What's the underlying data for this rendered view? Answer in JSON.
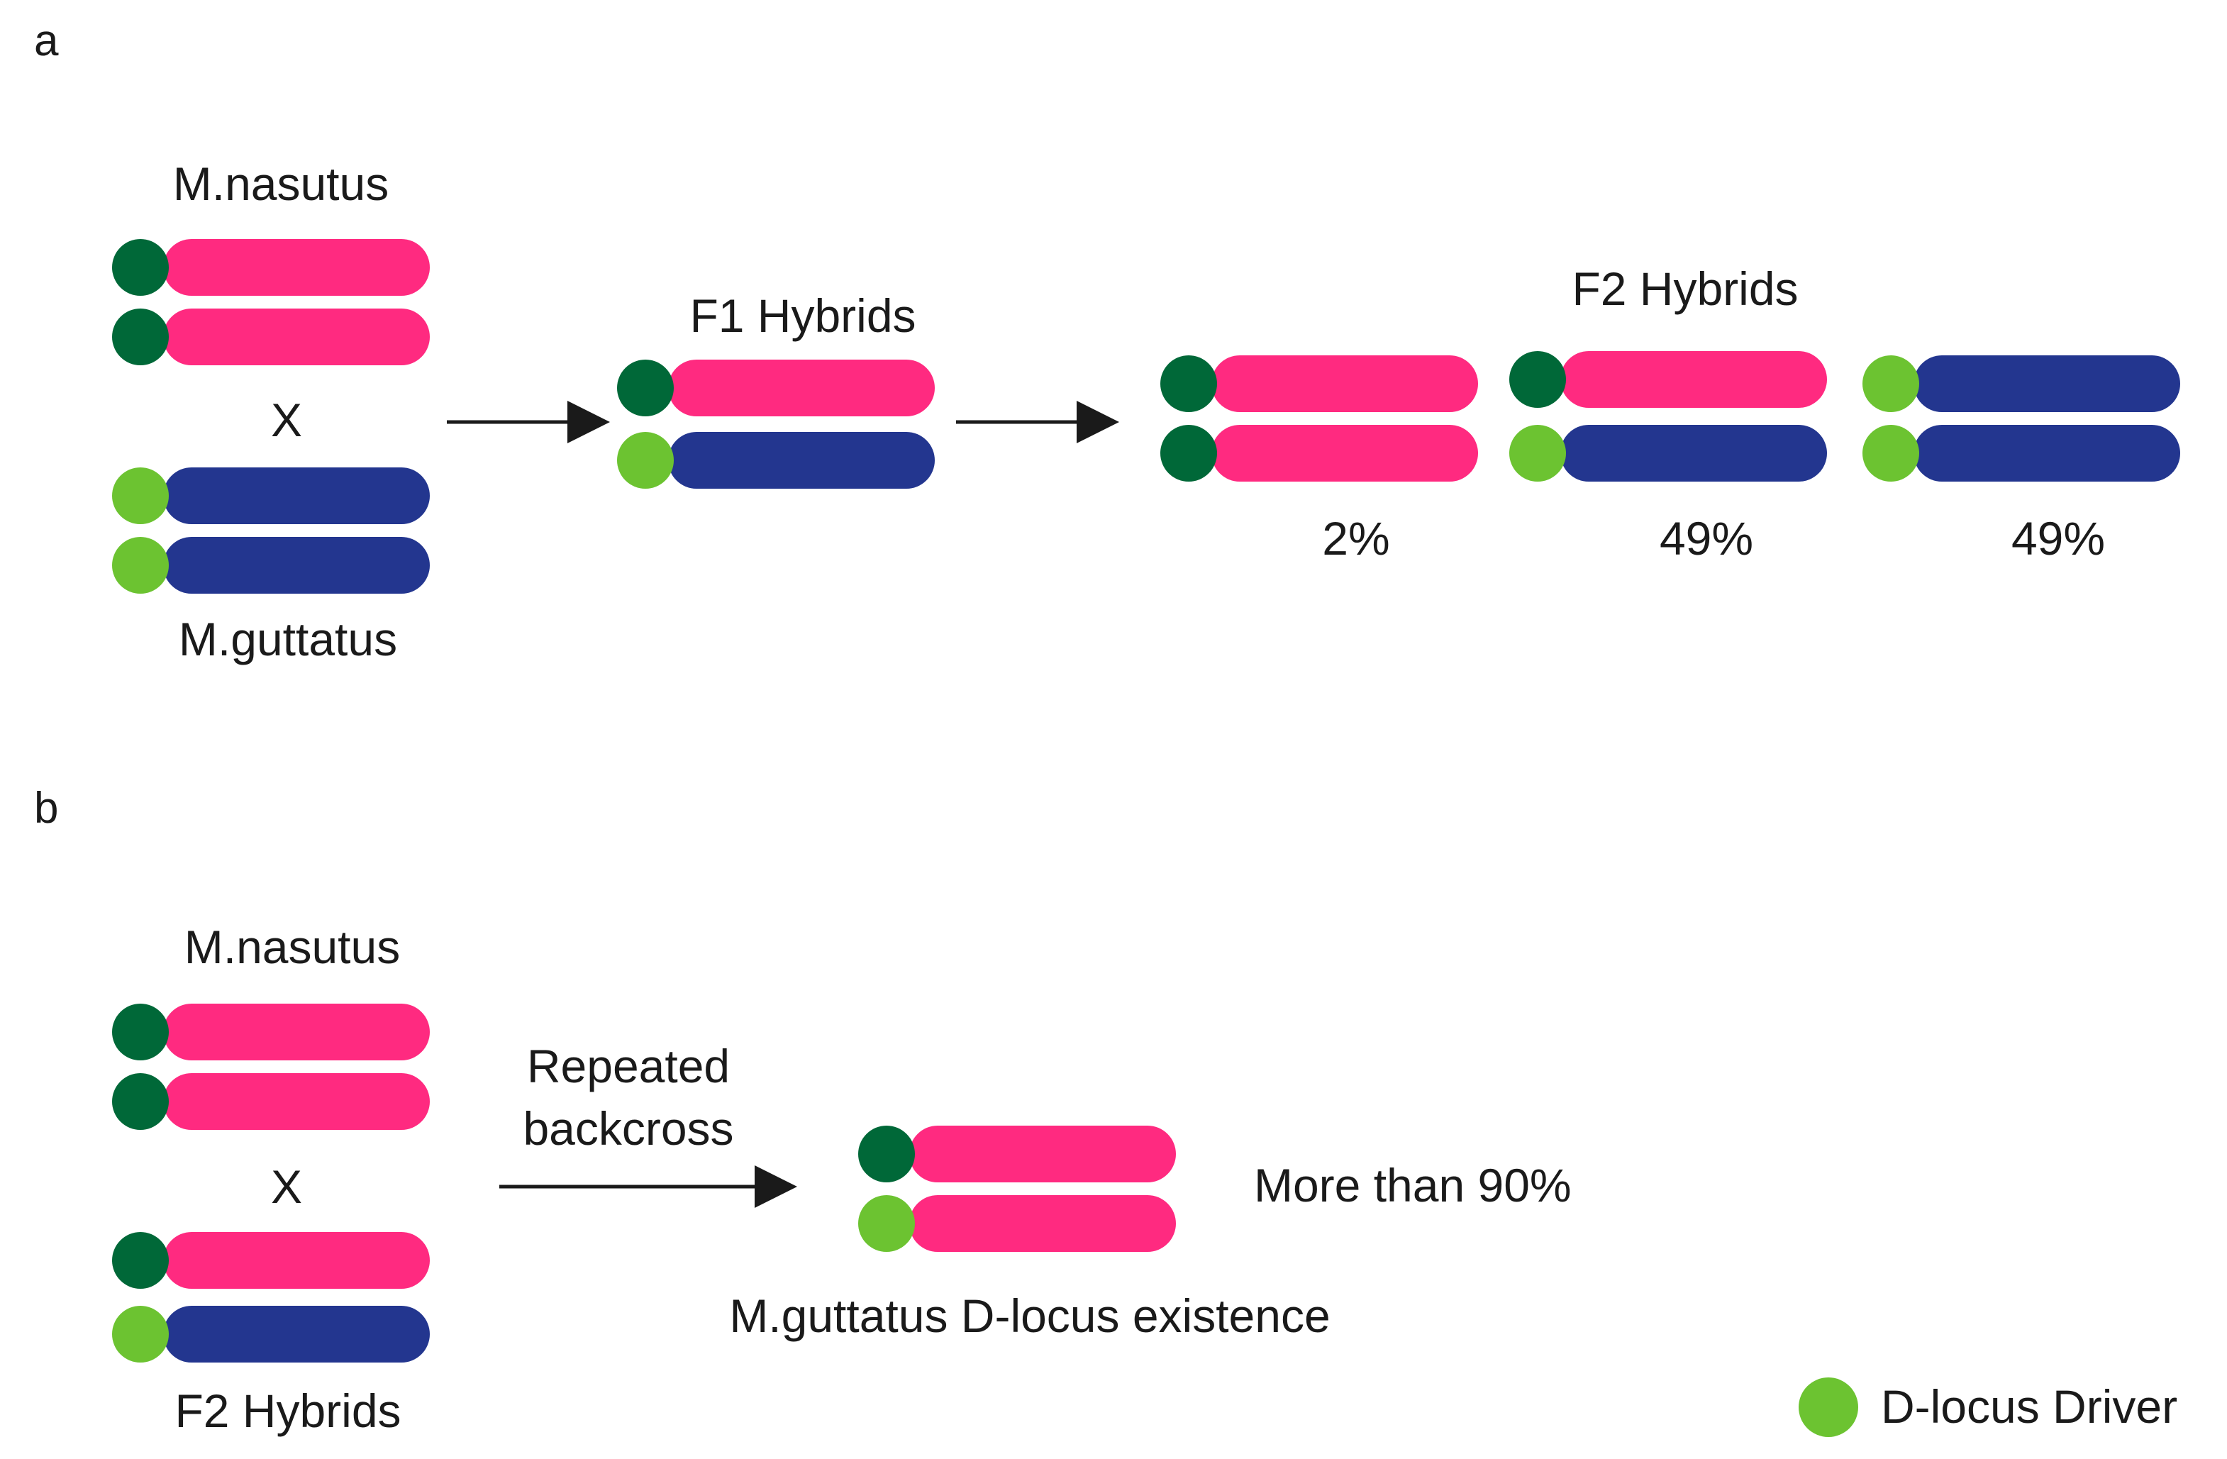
{
  "colors": {
    "nasutus_chromosome": "#ff2a80",
    "guttatus_chromosome": "#23368f",
    "nasutus_locus": "#006838",
    "guttatus_locus": "#6cc331",
    "arrow": "#1a1a1a",
    "text": "#1a1a1a"
  },
  "panel_a": {
    "letter": "a",
    "parent_top_label": "M.nasutus",
    "cross_symbol": "X",
    "parent_bottom_label": "M.guttatus",
    "f1_label": "F1 Hybrids",
    "f2_label": "F2 Hybrids",
    "f2_genotypes": [
      {
        "percent": "2%",
        "top": "nasutus",
        "bottom": "nasutus"
      },
      {
        "percent": "49%",
        "top": "nasutus",
        "bottom": "guttatus"
      },
      {
        "percent": "49%",
        "top": "guttatus",
        "bottom": "guttatus"
      }
    ]
  },
  "panel_b": {
    "letter": "b",
    "parent_top_label": "M.nasutus",
    "cross_symbol": "X",
    "parent_bottom_label": "F2 Hybrids",
    "arrow_label_line1": "Repeated",
    "arrow_label_line2": "backcross",
    "result_percent": "More than 90%",
    "result_caption": "M.guttatus D-locus existence"
  },
  "legend": {
    "label": "D-locus Driver",
    "icon": "light-green-circle"
  }
}
